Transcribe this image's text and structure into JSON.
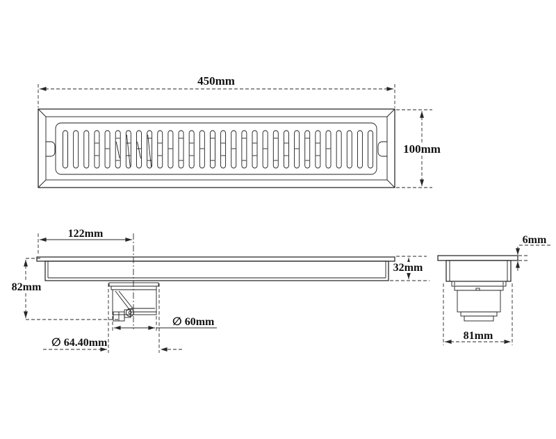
{
  "page": {
    "background": "#ffffff",
    "line_color": "#1b1b1b"
  },
  "drawing": {
    "type": "technical-drawing",
    "subject": "Linear shower floor drain with slotted grate, tile flange and bottom waste outlet - dimensioned 2D views",
    "views": [
      {
        "id": "top",
        "name": "top view (slotted grate)"
      },
      {
        "id": "side",
        "name": "side section view with waste trap"
      },
      {
        "id": "end",
        "name": "end view of channel and outlet"
      }
    ],
    "top_view": {
      "slot_count": 30
    },
    "dimensions": {
      "length": "450mm",
      "width": "100mm",
      "outlet_offset": "122mm",
      "total_depth": "82mm",
      "channel_depth": "32mm",
      "outlet_inner": "∅ 60mm",
      "outlet_outer": "∅ 64.40mm",
      "flange_thickness": "6mm",
      "trap_width": "81mm"
    }
  }
}
